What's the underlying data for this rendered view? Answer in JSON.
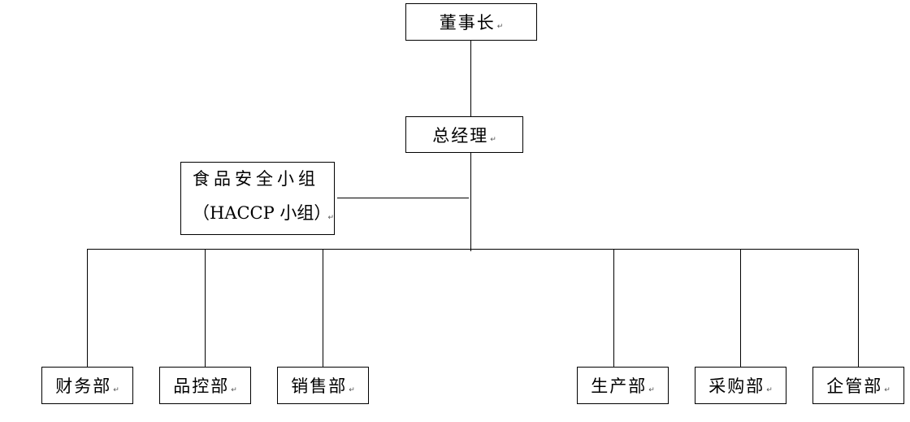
{
  "chart": {
    "top": {
      "chairman": "董事长",
      "gm": "总经理"
    },
    "side_group": {
      "line1": "食品安全小组",
      "line2": "（HACCP 小组）"
    },
    "departments": [
      "财务部",
      "品控部",
      "销售部",
      "生产部",
      "采购部",
      "企管部"
    ],
    "paragraph_mark": "↵"
  }
}
